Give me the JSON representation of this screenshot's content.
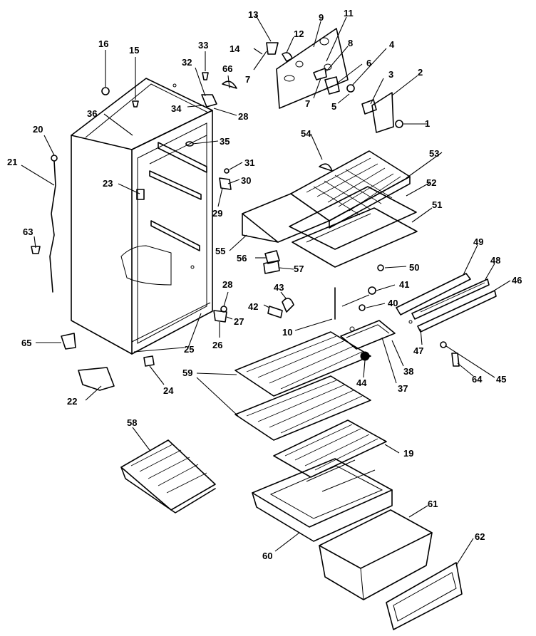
{
  "diagram": {
    "callouts": {
      "n1": "1",
      "n2": "2",
      "n3": "3",
      "n4": "4",
      "n5": "5",
      "n6": "6",
      "n7a": "7",
      "n7b": "7",
      "n8": "8",
      "n9": "9",
      "n10": "10",
      "n11": "11",
      "n12": "12",
      "n13": "13",
      "n14": "14",
      "n15": "15",
      "n16": "16",
      "n19": "19",
      "n20": "20",
      "n21": "21",
      "n22": "22",
      "n23": "23",
      "n24": "24",
      "n25": "25",
      "n26": "26",
      "n27": "27",
      "n28a": "28",
      "n28b": "28",
      "n29": "29",
      "n30": "30",
      "n31": "31",
      "n32": "32",
      "n33": "33",
      "n34": "34",
      "n35": "35",
      "n36": "36",
      "n37": "37",
      "n38": "38",
      "n40": "40",
      "n41": "41",
      "n42": "42",
      "n43": "43",
      "n44": "44",
      "n45": "45",
      "n46": "46",
      "n47": "47",
      "n48": "48",
      "n49": "49",
      "n50": "50",
      "n51": "51",
      "n52": "52",
      "n53": "53",
      "n54": "54",
      "n55": "55",
      "n56": "56",
      "n57": "57",
      "n58": "58",
      "n59": "59",
      "n60": "60",
      "n61": "61",
      "n62": "62",
      "n63": "63",
      "n64": "64",
      "n65": "65",
      "n66": "66"
    }
  }
}
